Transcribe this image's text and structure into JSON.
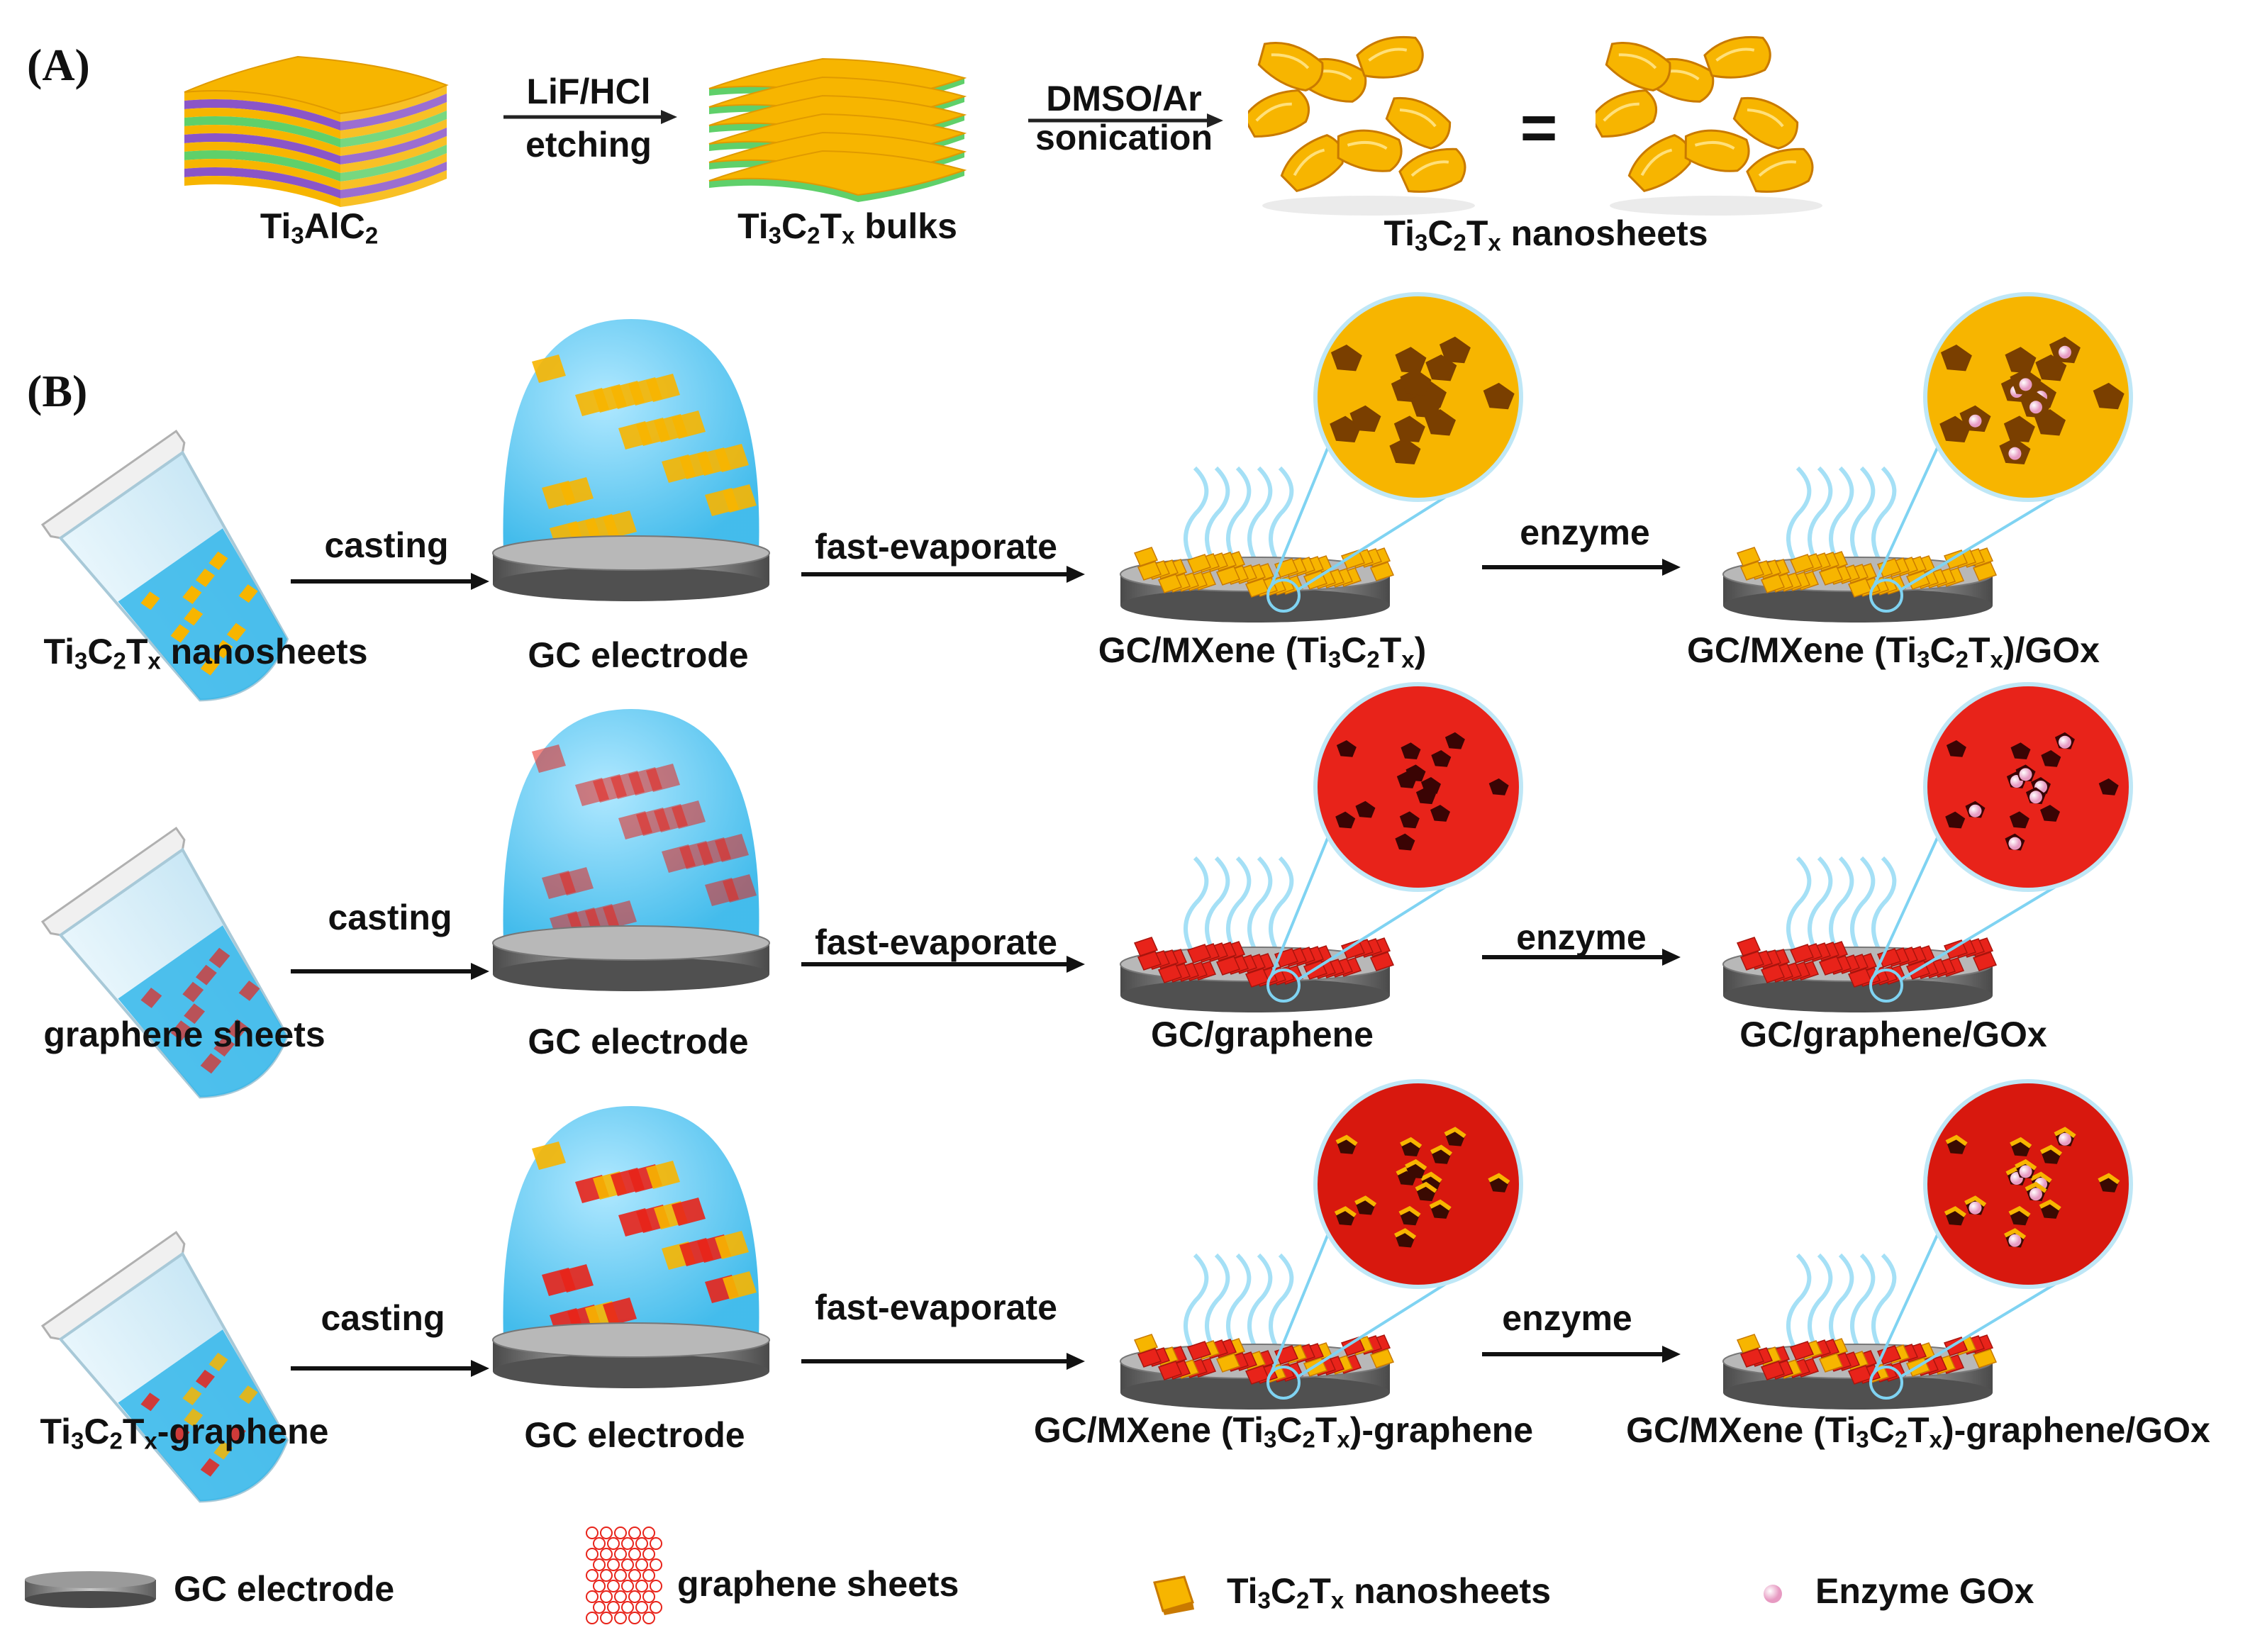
{
  "panel_a": {
    "letter": "(A)",
    "steps": [
      {
        "top": "LiF/HCl",
        "bottom": "etching"
      },
      {
        "top": "DMSO/Ar",
        "bottom": "sonication"
      }
    ],
    "equals": "=",
    "labels": [
      {
        "pre": "Ti",
        "s1": "3",
        "mid": "AlC",
        "s2": "2",
        "post": ""
      },
      {
        "pre": "Ti",
        "s1": "3",
        "mid": "C",
        "s2": "2",
        "mid2": "T",
        "s3": "x",
        "post": " bulks"
      },
      {
        "pre": "Ti",
        "s1": "3",
        "mid": "C",
        "s2": "2",
        "mid2": "T",
        "s3": "x",
        "post": " nanosheets"
      }
    ]
  },
  "panel_b": {
    "letter": "(B)",
    "rows": [
      {
        "start": {
          "pre": "Ti",
          "s1": "3",
          "mid": "C",
          "s2": "2",
          "mid2": "T",
          "s3": "x",
          "post": " nanosheets"
        },
        "step1": "casting",
        "mid_label": "GC electrode",
        "step2": "fast-evaporate",
        "film": {
          "pre": "GC/MXene (Ti",
          "s1": "3",
          "mid": "C",
          "s2": "2",
          "mid2": "T",
          "s3": "x",
          "post": ")"
        },
        "step3": "enzyme",
        "final": {
          "pre": "GC/MXene (Ti",
          "s1": "3",
          "mid": "C",
          "s2": "2",
          "mid2": "T",
          "s3": "x",
          "post": ")/GOx"
        }
      },
      {
        "start": {
          "pre": "graphene sheets"
        },
        "step1": "casting",
        "mid_label": "GC electrode",
        "step2": "fast-evaporate",
        "film": {
          "pre": "GC/graphene"
        },
        "step3": "enzyme",
        "final": {
          "pre": "GC/graphene/GOx"
        }
      },
      {
        "start": {
          "pre": "Ti",
          "s1": "3",
          "mid": "C",
          "s2": "2",
          "mid2": "T",
          "s3": "x",
          "post": "-graphene"
        },
        "step1": "casting",
        "mid_label": "GC electrode",
        "step2": "fast-evaporate",
        "film": {
          "pre": "GC/MXene (Ti",
          "s1": "3",
          "mid": "C",
          "s2": "2",
          "mid2": "T",
          "s3": "x",
          "post": ")-graphene"
        },
        "step3": "enzyme",
        "final": {
          "pre": "GC/MXene (Ti",
          "s1": "3",
          "mid": "C",
          "s2": "2",
          "mid2": "T",
          "s3": "x",
          "post": ")-graphene/GOx"
        }
      }
    ]
  },
  "legend": [
    {
      "icon": "gc-electrode-icon",
      "label": {
        "pre": "GC electrode"
      }
    },
    {
      "icon": "graphene-sheet-icon",
      "label": {
        "pre": "graphene sheets"
      }
    },
    {
      "icon": "mxene-nanosheet-icon",
      "label": {
        "pre": "Ti",
        "s1": "3",
        "mid": "C",
        "s2": "2",
        "mid2": "T",
        "s3": "x",
        "post": " nanosheets"
      }
    },
    {
      "icon": "enzyme-gox-icon",
      "label": {
        "pre": "Enzyme GOx"
      }
    }
  ],
  "colors": {
    "mxene": "#f7b500",
    "mxene_dark": "#c97a00",
    "graphene": "#e8231a",
    "drop": "#33b6ea",
    "electrode": "#8a8a8a",
    "enzyme": "#f4b6d6",
    "layer_purple": "#8a55c8",
    "layer_green": "#5fd06a"
  }
}
